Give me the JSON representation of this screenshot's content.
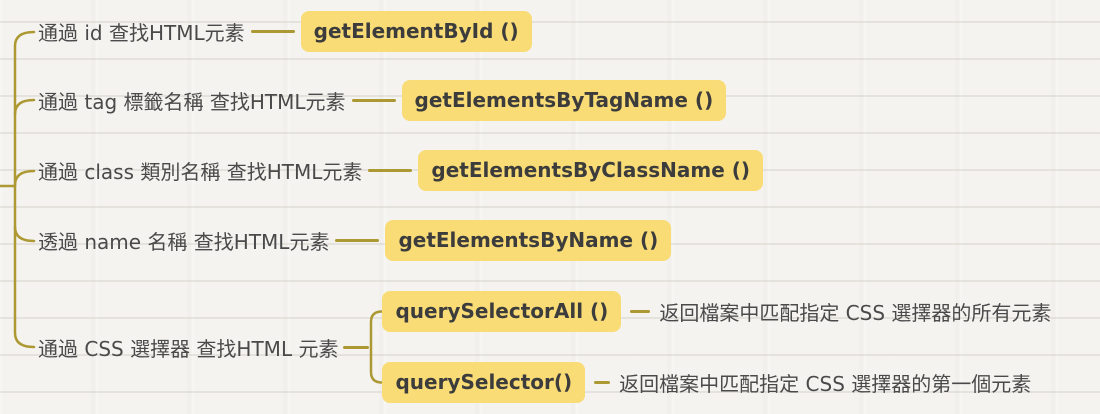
{
  "diagram": {
    "type": "mindmap",
    "topic": "finding HTML elements (root off-screen left)",
    "colors": {
      "background": "#f4f3f0",
      "rule_line": "#e6e3dc",
      "connector_line": "#ac9934",
      "node_fill": "#f9dc76",
      "node_text": "#3c3c3c",
      "label_text": "#4a4a4a"
    },
    "branches": [
      {
        "label": "通過 id 查找HTML元素",
        "method": "getElementById ()"
      },
      {
        "label": "通過 tag 標籤名稱 查找HTML元素",
        "method": "getElementsByTagName ()"
      },
      {
        "label": "通過 class 類別名稱 查找HTML元素",
        "method": "getElementsByClassName ()"
      },
      {
        "label": "透過 name 名稱 查找HTML元素",
        "method": "getElementsByName ()"
      },
      {
        "label": "通過 CSS 選擇器 查找HTML 元素",
        "children": [
          {
            "method": "querySelectorAll ()",
            "description": "返回檔案中匹配指定 CSS 選擇器的所有元素"
          },
          {
            "method": "querySelector()",
            "description": "返回檔案中匹配指定 CSS 選擇器的第一個元素"
          }
        ]
      }
    ]
  }
}
